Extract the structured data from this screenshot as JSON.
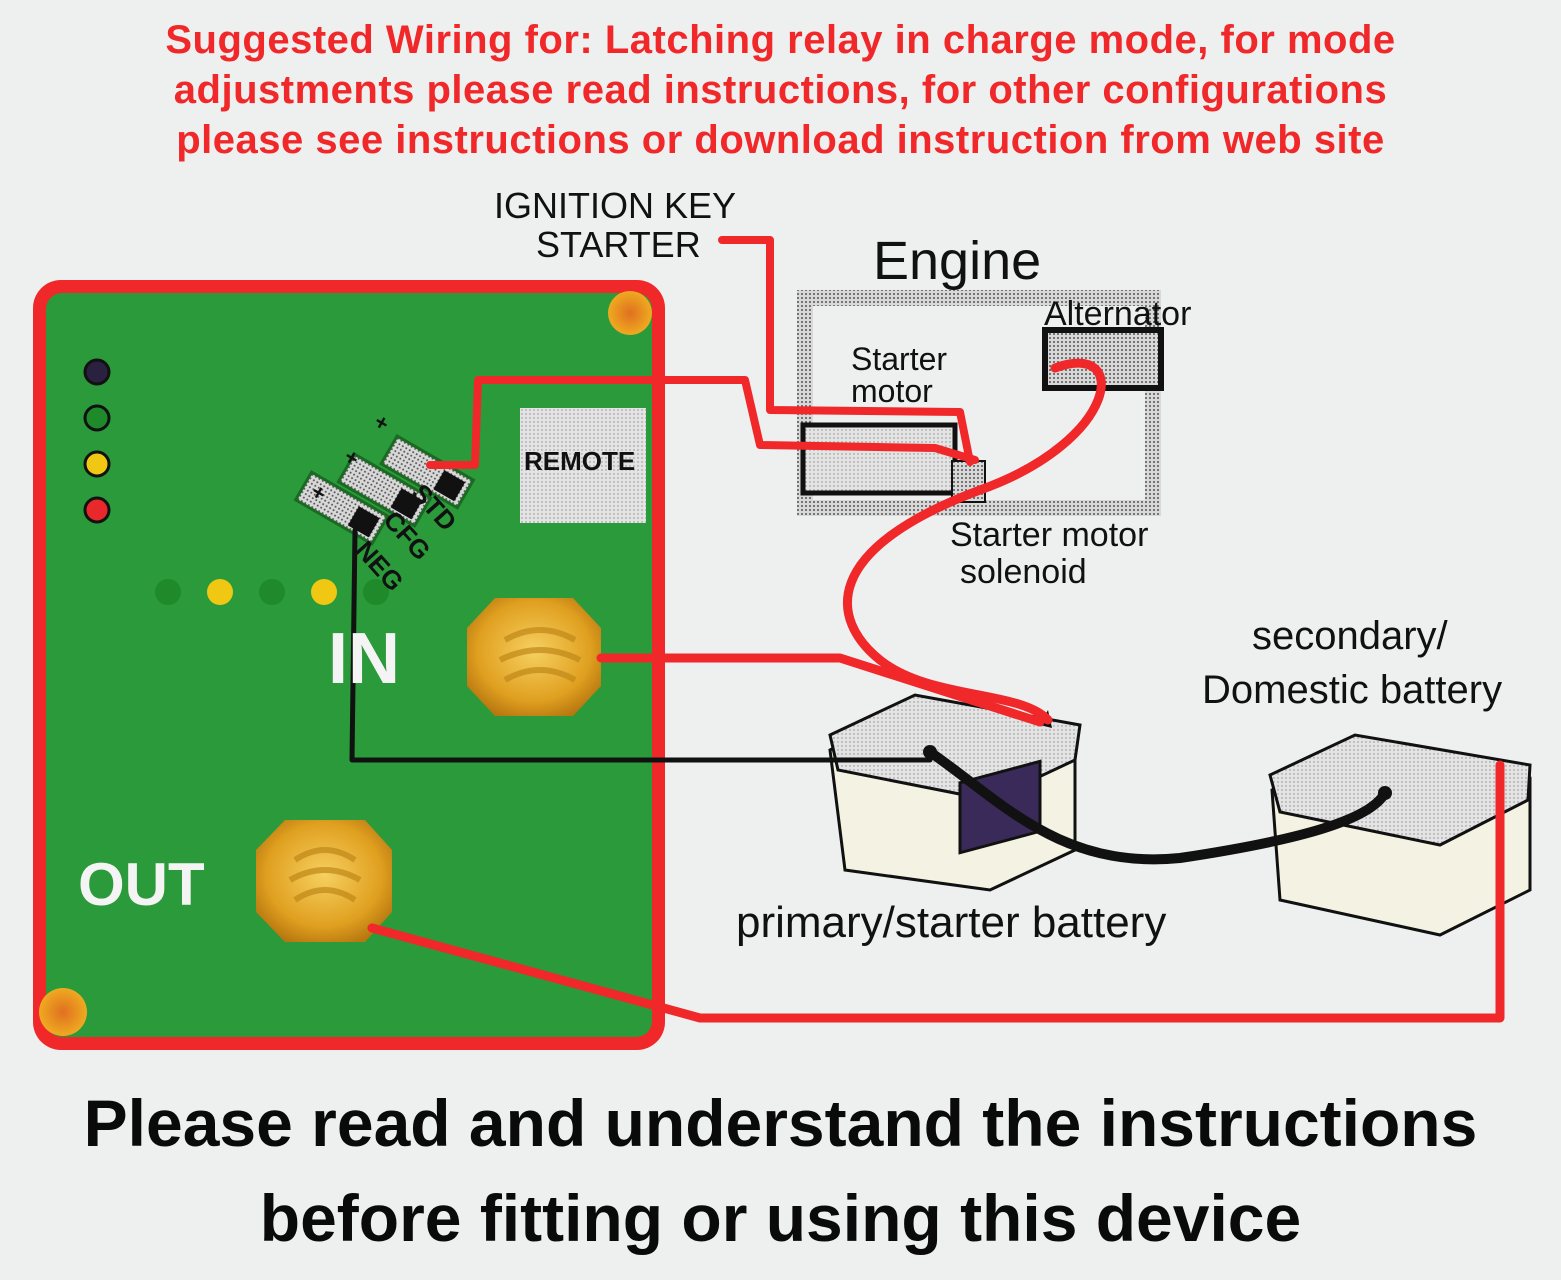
{
  "header": {
    "lines": [
      "Suggested Wiring for: Latching  relay in charge mode, for mode",
      "adjustments please read instructions, for other configurations",
      "please see instructions or download instruction from web site"
    ]
  },
  "labels": {
    "ignition_line1": "IGNITION KEY",
    "ignition_line2": "STARTER",
    "engine": "Engine",
    "alternator": "Alternator",
    "starter_motor_line1": "Starter",
    "starter_motor_line2": "motor",
    "solenoid_line1": "Starter motor",
    "solenoid_line2": "solenoid",
    "secondary_line1": "secondary/",
    "secondary_line2": "Domestic battery",
    "primary": "primary/starter battery",
    "remote": "REMOTE",
    "std": "STD",
    "cfg": "CFG",
    "neg": "NEG",
    "in": "IN",
    "out": "OUT",
    "plus": "+"
  },
  "footer": {
    "line1": "Please read and understand the instructions",
    "line2": "before fitting or using  this device"
  },
  "colors": {
    "red_wire": "#f0282a",
    "black_wire": "#111111",
    "board_green": "#2a9a3a",
    "terminal_gold": "#e0a020",
    "background": "#eef0f0"
  },
  "status_leds": [
    "#2a2040",
    "#1f8a2a",
    "#f0c814",
    "#e8282a"
  ],
  "indicator_dots": [
    "green",
    "yellow",
    "green",
    "yellow",
    "green"
  ]
}
